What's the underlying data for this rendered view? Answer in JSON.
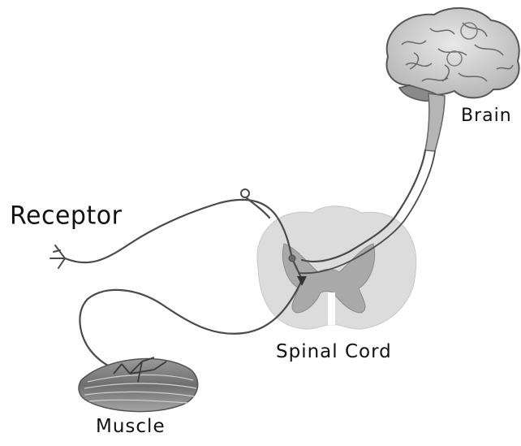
{
  "labels": {
    "receptor": "Receptor",
    "brain": "Brain",
    "spinal_cord": "Spinal Cord",
    "muscle": "Muscle"
  },
  "colors": {
    "nerve": "#4a4a4a",
    "spinal_outer": "#dcdcdc",
    "spinal_inner": "#a9a9a9",
    "brain_fill": "#cfcfcf",
    "brain_stroke": "#555555",
    "muscle_fill": "#8c8c8c"
  }
}
